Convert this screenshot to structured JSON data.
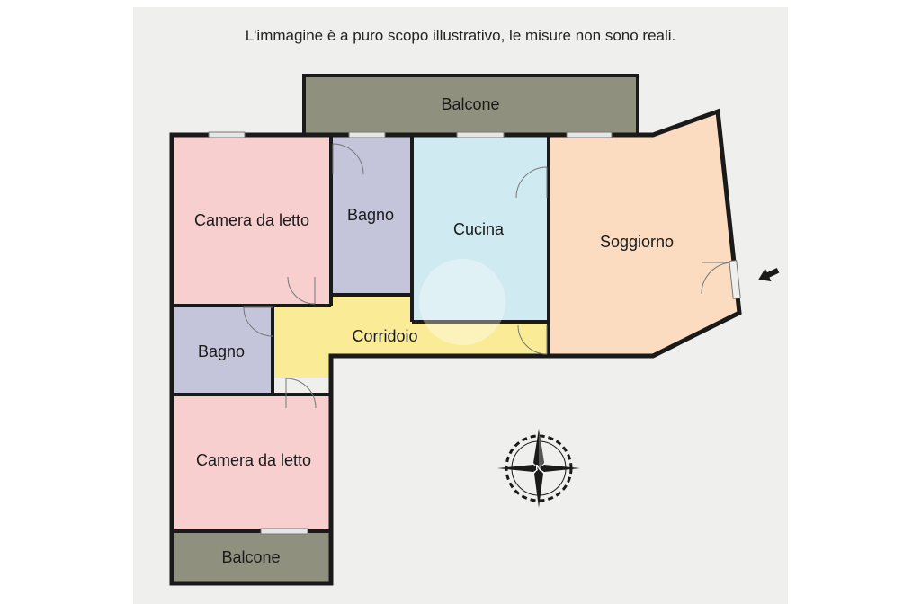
{
  "disclaimer": "L'immagine è a puro scopo illustrativo, le misure non sono reali.",
  "rooms": {
    "balcone_top": "Balcone",
    "camera_top": "Camera da letto",
    "bagno_top": "Bagno",
    "cucina": "Cucina",
    "soggiorno": "Soggiorno",
    "corridoio": "Corridoio",
    "bagno_left": "Bagno",
    "camera_bottom": "Camera da letto",
    "balcone_bottom": "Balcone"
  },
  "compass": {
    "north_letter": "N"
  },
  "colors": {
    "background": "#efefed",
    "wall": "#1a1a1a",
    "bedroom": "#f7cfcf",
    "bathroom": "#c4c4da",
    "kitchen": "#cfeaf0",
    "living": "#fbdcc0",
    "corridor": "#faeb97",
    "balcony": "#8f917e"
  },
  "icons": {
    "entrance": "entrance-arrow-icon",
    "compass": "compass-rose-icon"
  }
}
